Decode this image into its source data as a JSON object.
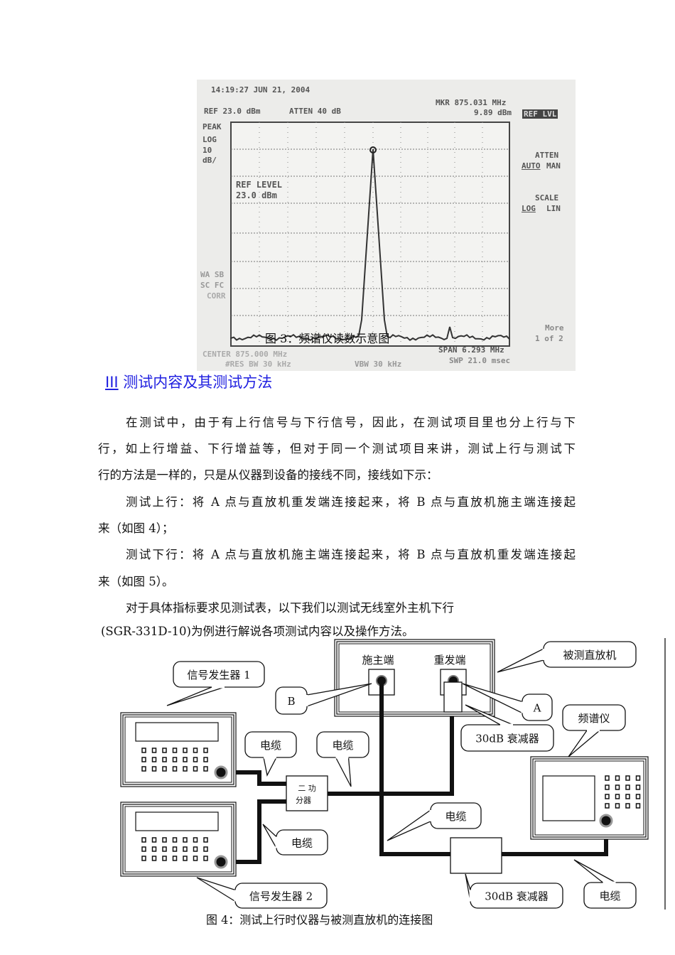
{
  "figure3": {
    "timestamp": "14:19:27 JUN 21, 2004",
    "ref": "REF 23.0 dBm",
    "atten": "ATTEN 40 dB",
    "marker_freq": "MKR 875.031 MHz",
    "marker_level": "9.89 dBm",
    "softkey_ref_lvl": "REF LVL",
    "peak": "PEAK",
    "log": "LOG",
    "scale_div": "10",
    "scale_unit": "dB/",
    "ref_level_label": "REF LEVEL",
    "ref_level_value": "23.0 dBm",
    "atten_key": "ATTEN",
    "atten_auto": "AUTO",
    "atten_man": "MAN",
    "scale_key": "SCALE",
    "scale_log": "LOG",
    "scale_lin": "LIN",
    "wa_sb": "WA SB",
    "sc_fc": "SC FC",
    "corr": "CORR",
    "more": "More",
    "more_page": "1 of 2",
    "center": "CENTER 875.000 MHz",
    "rbw": "#RES BW 30 kHz",
    "vbw": "VBW 30 kHz",
    "span": "SPAN 6.293 MHz",
    "swp": "SWP 21.0 msec",
    "caption": "图 3：频谱仪读数示意图"
  },
  "section": {
    "number": "III",
    "title": "测试内容及其测试方法"
  },
  "paragraphs": {
    "p1_l1": "在测试中，由于有上行信号与下行信号，因此，在测试项目里也分上行与下",
    "p1_l2": "行，如上行增益、下行增益等，但对于同一个测试项目来讲，测试上行与测试下",
    "p1_l3": "行的方法是一样的，只是从仪器到设备的接线不同，接线如下示：",
    "p2_l1": "测试上行：将 A 点与直放机重发端连接起来，将 B 点与直放机施主端连接起",
    "p2_l2": "来（如图 4）；",
    "p3_l1": "测试下行：将 A 点与直放机施主端连接起来，将 B 点与直放机重发端连接起",
    "p3_l2": "来（如图 5）。",
    "p4_l1": "对于具体指标要求见测试表，以下我们以测试无线室外主机下行",
    "p4_l2": "(SGR-331D-10)为例进行解说各项测试内容以及操作方法。"
  },
  "figure4": {
    "donor_port": "施主端",
    "repeat_port": "重发端",
    "dut": "被测直放机",
    "point_a": "A",
    "point_b": "B",
    "sig_gen_1": "信号发生器 1",
    "sig_gen_2": "信号发生器 2",
    "attenuator_top": "30dB 衰减器",
    "attenuator_bottom": "30dB 衰减器",
    "spectrum_analyzer": "频谱仪",
    "splitter_l1": "二  功",
    "splitter_l2": "分器",
    "cable_1": "电缆",
    "cable_2": "电缆",
    "cable_3": "电缆",
    "cable_4": "电缆",
    "cable_5": "电缆",
    "caption": "图 4：测试上行时仪器与被测直放机的连接图"
  },
  "colors": {
    "heading": "#2020e0",
    "spectrum_bg": "#ececea",
    "trace": "#333333"
  }
}
